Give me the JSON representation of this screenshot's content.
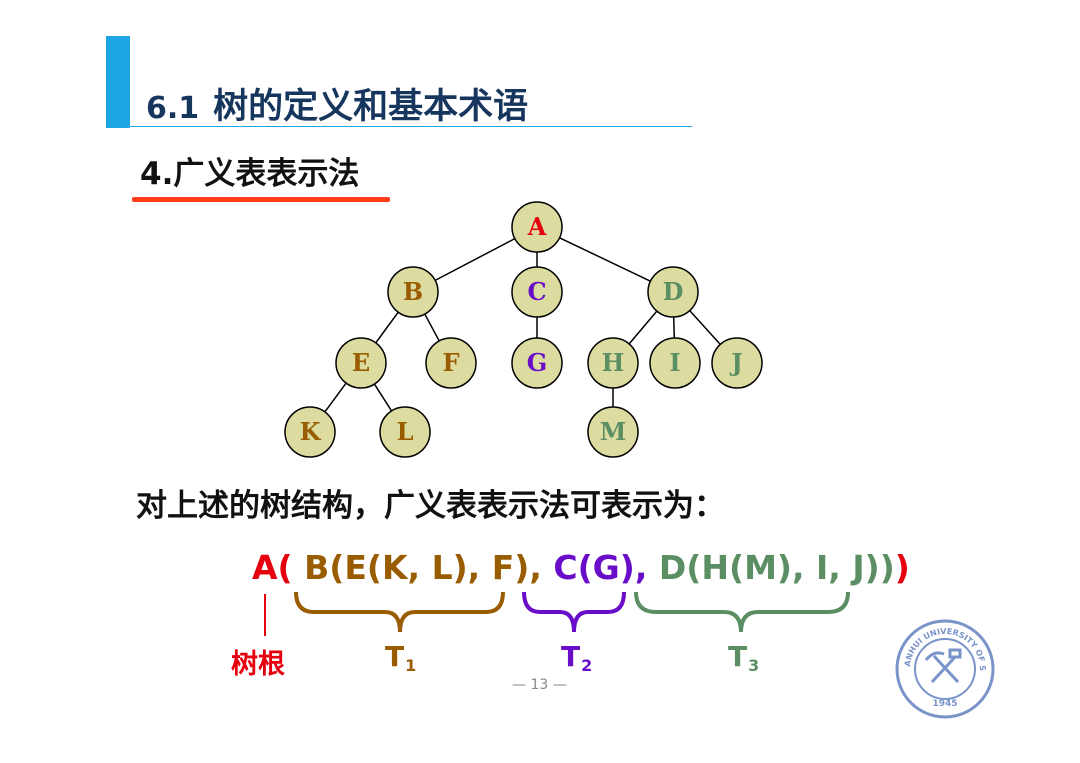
{
  "header": {
    "section_number": "6.1",
    "title": "树的定义和基本术语"
  },
  "subtitle": "4.广义表表示法",
  "tree": {
    "nodes": [
      {
        "id": "A",
        "label": "A",
        "color": "#e6000e"
      },
      {
        "id": "B",
        "label": "B",
        "color": "#995c00"
      },
      {
        "id": "C",
        "label": "C",
        "color": "#6a0dc9"
      },
      {
        "id": "D",
        "label": "D",
        "color": "#5b8f63"
      },
      {
        "id": "E",
        "label": "E",
        "color": "#995c00"
      },
      {
        "id": "F",
        "label": "F",
        "color": "#995c00"
      },
      {
        "id": "G",
        "label": "G",
        "color": "#6a0dc9"
      },
      {
        "id": "H",
        "label": "H",
        "color": "#5b8f63"
      },
      {
        "id": "I",
        "label": "I",
        "color": "#5b8f63"
      },
      {
        "id": "J",
        "label": "J",
        "color": "#5b8f63"
      },
      {
        "id": "K",
        "label": "K",
        "color": "#995c00"
      },
      {
        "id": "L",
        "label": "L",
        "color": "#995c00"
      },
      {
        "id": "M",
        "label": "M",
        "color": "#5b8f63"
      }
    ],
    "edges": [
      [
        "A",
        "B"
      ],
      [
        "A",
        "C"
      ],
      [
        "A",
        "D"
      ],
      [
        "B",
        "E"
      ],
      [
        "B",
        "F"
      ],
      [
        "C",
        "G"
      ],
      [
        "D",
        "H"
      ],
      [
        "D",
        "I"
      ],
      [
        "D",
        "J"
      ],
      [
        "E",
        "K"
      ],
      [
        "E",
        "L"
      ],
      [
        "H",
        "M"
      ]
    ],
    "node_fill": "#dcdca0"
  },
  "caption": "对上述的树结构，广义表表示法可表示为：",
  "expression": {
    "root_open": "A(",
    "t1": " B(E(K, L), F)",
    "sep1": ",",
    "t2": " C(G)",
    "sep2": ",",
    "t3": " D(H(M), I, J)",
    "t3_close": ")",
    "root_close": ")"
  },
  "annotations": {
    "root": "树根",
    "t1_base": "T",
    "t1_sub": "1",
    "t2_base": "T",
    "t2_sub": "2",
    "t3_base": "T",
    "t3_sub": "3"
  },
  "colors": {
    "root": "#e6000e",
    "t1": "#995c00",
    "t2": "#6a0dc9",
    "t3": "#5b8f63"
  },
  "page_number": "— 13 —",
  "seal": {
    "top_text": "ANHUI UNIVERSITY OF SCIENCE & TECHNOLOGY",
    "year": "1945",
    "seal_icon": "pickaxe-hammer-icon"
  }
}
